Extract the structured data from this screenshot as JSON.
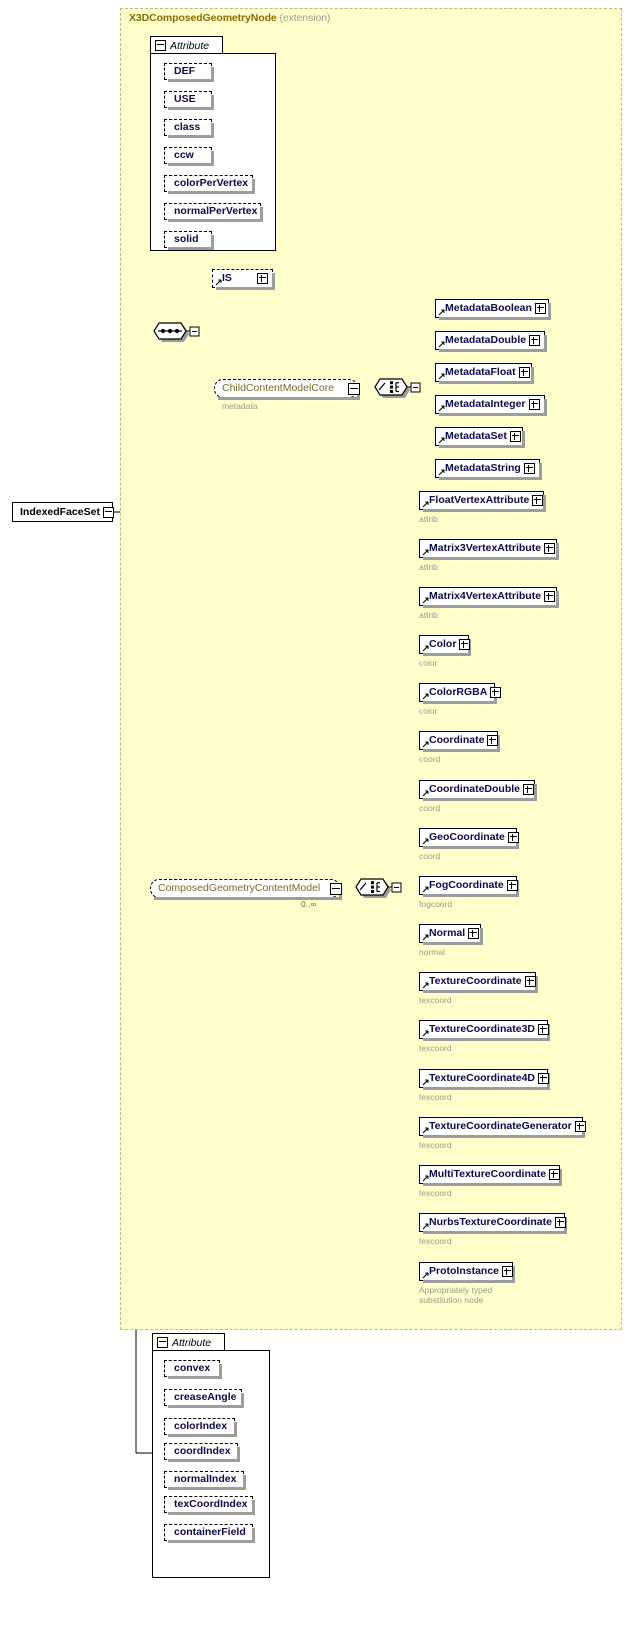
{
  "diagram": {
    "type": "xsd-schema-diagram",
    "root": {
      "label": "IndexedFaceSet",
      "toggle": "minus"
    },
    "extension": {
      "title": "X3DComposedGeometryNode",
      "title_suffix": "(extension)"
    },
    "attribute_top": {
      "tab_label": "Attribute",
      "toggle": "minus",
      "items": [
        {
          "label": "DEF"
        },
        {
          "label": "USE"
        },
        {
          "label": "class"
        },
        {
          "label": "ccw"
        },
        {
          "label": "colorPerVertex"
        },
        {
          "label": "normalPerVertex"
        },
        {
          "label": "solid"
        }
      ]
    },
    "sequence_connector": {
      "kind": "sequence",
      "toggle": "minus"
    },
    "is_node": {
      "label": "IS",
      "toggle": "plus"
    },
    "child_content_model_core": {
      "label": "ChildContentModelCore",
      "toggle": "minus",
      "sublabel": "metadata"
    },
    "metadata_choice": {
      "kind": "choice",
      "toggle": "minus"
    },
    "metadata_nodes": [
      {
        "label": "MetadataBoolean",
        "toggle": "plus"
      },
      {
        "label": "MetadataDouble",
        "toggle": "plus"
      },
      {
        "label": "MetadataFloat",
        "toggle": "plus"
      },
      {
        "label": "MetadataInteger",
        "toggle": "plus"
      },
      {
        "label": "MetadataSet",
        "toggle": "plus"
      },
      {
        "label": "MetadataString",
        "toggle": "plus"
      }
    ],
    "composed_geometry_content_model": {
      "label": "ComposedGeometryContentModel",
      "toggle": "minus",
      "cardinality": "0..∞"
    },
    "geometry_choice": {
      "kind": "choice",
      "toggle": "minus"
    },
    "geometry_nodes": [
      {
        "label": "FloatVertexAttribute",
        "toggle": "plus",
        "sublabel": "attrib"
      },
      {
        "label": "Matrix3VertexAttribute",
        "toggle": "plus",
        "sublabel": "attrib"
      },
      {
        "label": "Matrix4VertexAttribute",
        "toggle": "plus",
        "sublabel": "attrib"
      },
      {
        "label": "Color",
        "toggle": "plus",
        "sublabel": "color"
      },
      {
        "label": "ColorRGBA",
        "toggle": "plus",
        "sublabel": "color"
      },
      {
        "label": "Coordinate",
        "toggle": "plus",
        "sublabel": "coord"
      },
      {
        "label": "CoordinateDouble",
        "toggle": "plus",
        "sublabel": "coord"
      },
      {
        "label": "GeoCoordinate",
        "toggle": "plus",
        "sublabel": "coord"
      },
      {
        "label": "FogCoordinate",
        "toggle": "plus",
        "sublabel": "fogcoord"
      },
      {
        "label": "Normal",
        "toggle": "plus",
        "sublabel": "normal"
      },
      {
        "label": "TextureCoordinate",
        "toggle": "plus",
        "sublabel": "texcoord"
      },
      {
        "label": "TextureCoordinate3D",
        "toggle": "plus",
        "sublabel": "texcoord"
      },
      {
        "label": "TextureCoordinate4D",
        "toggle": "plus",
        "sublabel": "texcoord"
      },
      {
        "label": "TextureCoordinateGenerator",
        "toggle": "plus",
        "sublabel": "texcoord"
      },
      {
        "label": "MultiTextureCoordinate",
        "toggle": "plus",
        "sublabel": "texcoord"
      },
      {
        "label": "NurbsTextureCoordinate",
        "toggle": "plus",
        "sublabel": "texcoord"
      },
      {
        "label": "ProtoInstance",
        "toggle": "plus",
        "sublabel": "Appropriately typed\nsubstitution node"
      }
    ],
    "attribute_bottom": {
      "tab_label": "Attribute",
      "toggle": "minus",
      "items": [
        {
          "label": "convex"
        },
        {
          "label": "creaseAngle"
        },
        {
          "label": "colorIndex"
        },
        {
          "label": "coordIndex"
        },
        {
          "label": "normalIndex"
        },
        {
          "label": "texCoordIndex"
        },
        {
          "label": "containerField"
        }
      ]
    },
    "colors": {
      "extension_fill": "#ffffcc",
      "extension_border": "#b9b98f",
      "node_text": "#0b0b4f",
      "sublabel_text": "#9a9a8c",
      "title_text": "#8a6d00",
      "shadow": "#9d9d9d"
    }
  }
}
